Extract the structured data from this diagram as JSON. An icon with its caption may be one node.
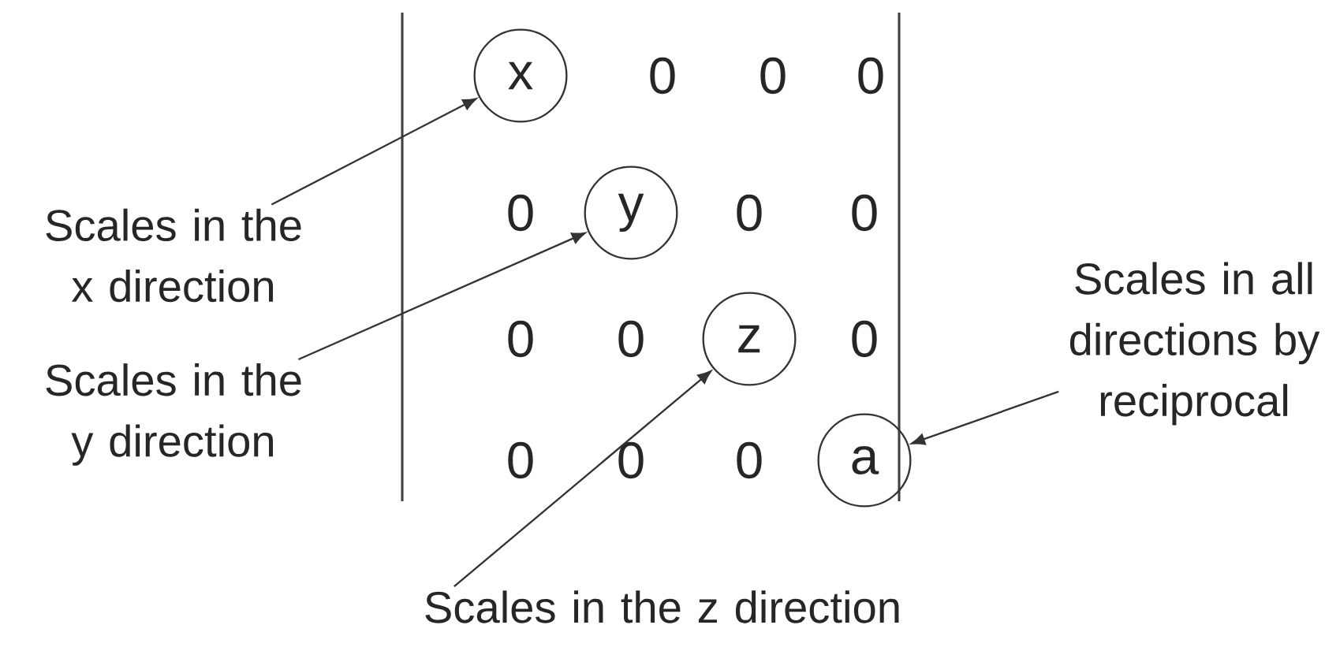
{
  "diagram": {
    "nodes": [
      {
        "text": [
          "x"
        ]
      },
      {
        "text": [
          "y"
        ]
      },
      {
        "text": [
          "z"
        ]
      },
      {
        "text": [
          "a"
        ]
      },
      {
        "text": [
          "Scales in the x direction"
        ]
      },
      {
        "text": [
          "Scales in the y direction"
        ]
      },
      {
        "text": [
          "Scales in all directions by reciprocal"
        ]
      },
      {
        "text": [
          "Scales in the z direction"
        ]
      }
    ],
    "edges": [
      {
        "from": 4,
        "to": 0,
        "arrow": "to"
      },
      {
        "from": 5,
        "to": 1,
        "arrow": "to"
      },
      {
        "from": 7,
        "to": 2,
        "arrow": "to"
      },
      {
        "from": 6,
        "to": 3,
        "arrow": "to"
      }
    ],
    "labels": [
      "0",
      "0",
      "0",
      "0",
      "0",
      "0",
      "0",
      "0",
      "0",
      "0",
      "0",
      "0"
    ]
  }
}
